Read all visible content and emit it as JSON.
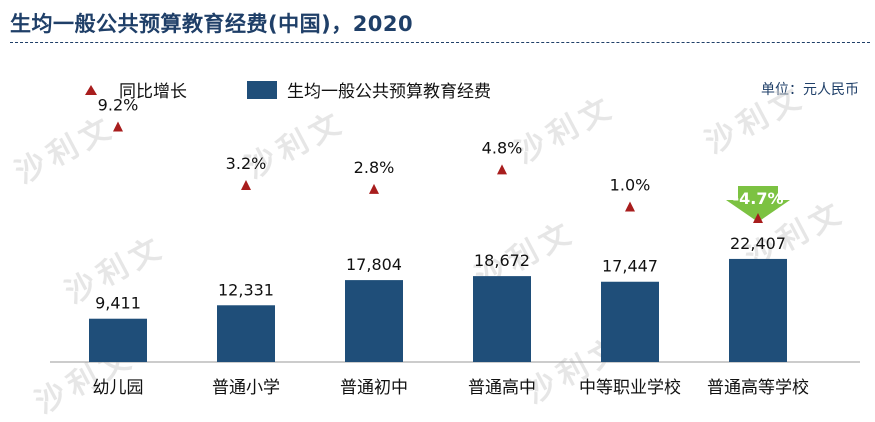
{
  "title": "生均一般公共预算教育经费(中国)，2020",
  "unit": "单位：元人民币",
  "legend": {
    "growth": "同比增长",
    "spending": "生均一般公共预算教育经费"
  },
  "watermark": "沙利文",
  "colors": {
    "bar": "#1f4e79",
    "marker": "#a81d1d",
    "negative_arrow": "#7cc242",
    "title": "#1f3f68"
  },
  "chart_data": {
    "type": "bar",
    "categories": [
      "幼儿园",
      "普通小学",
      "普通初中",
      "普通高中",
      "中等职业学校",
      "普通高等学校"
    ],
    "series": [
      {
        "name": "生均一般公共预算教育经费",
        "values": [
          9411,
          12331,
          17804,
          18672,
          17447,
          22407
        ],
        "labels": [
          "9,411",
          "12,331",
          "17,804",
          "18,672",
          "17,447",
          "22,407"
        ]
      },
      {
        "name": "同比增长",
        "values": [
          9.2,
          3.2,
          2.8,
          4.8,
          1.0,
          -4.7
        ],
        "labels": [
          "9.2%",
          "3.2%",
          "2.8%",
          "4.8%",
          "1.0%",
          "-4.7%"
        ]
      }
    ],
    "title": "生均一般公共预算教育经费(中国)，2020",
    "xlabel": "",
    "ylabel": "",
    "grid": false,
    "legend_position": "top"
  }
}
